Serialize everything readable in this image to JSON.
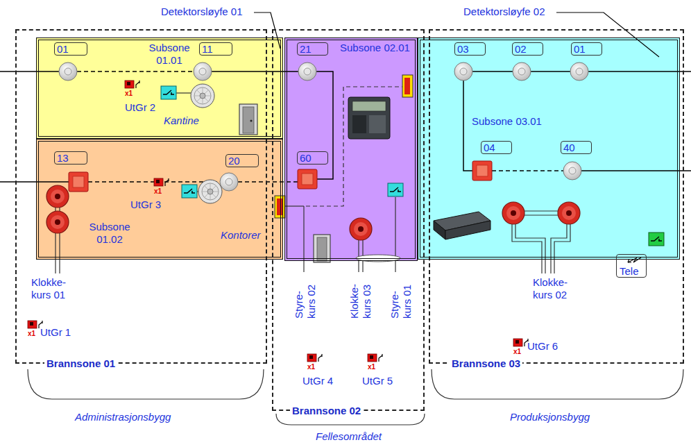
{
  "diagram": {
    "nodes": [
      {
        "text": [
          "Brannsone 01"
        ]
      },
      {
        "text": [
          "Subsone 01.01",
          "Kantine"
        ],
        "in": 0
      },
      {
        "text": [
          "01"
        ],
        "in": 1
      },
      {
        "text": [
          "11"
        ],
        "in": 1
      },
      {
        "text": [
          "Subsone 01.02",
          "Kontorer"
        ],
        "in": 0
      },
      {
        "text": [
          "13"
        ],
        "in": 4
      },
      {
        "text": [
          "20"
        ],
        "in": 4
      },
      {
        "text": [
          "Brannsone 02"
        ]
      },
      {
        "text": [
          "Subsone 02.01"
        ],
        "in": 7
      },
      {
        "text": [
          "21"
        ],
        "in": 8
      },
      {
        "text": [
          "60"
        ],
        "in": 8
      },
      {
        "text": [
          "Brannsone 03"
        ]
      },
      {
        "text": [
          "Subsone 03.01"
        ],
        "in": 11
      },
      {
        "text": [
          "03"
        ],
        "in": 12
      },
      {
        "text": [
          "02"
        ],
        "in": 12
      },
      {
        "text": [
          "01"
        ],
        "in": 12
      },
      {
        "text": [
          "04"
        ],
        "in": 12
      },
      {
        "text": [
          "40"
        ],
        "in": 12
      },
      {
        "text": [
          "Tele"
        ],
        "in": 11
      }
    ],
    "labels": [
      "Detektorsløyfe 01",
      "Detektorsløyfe 02",
      "x1",
      "UtGr 2",
      "x1",
      "UtGr 3",
      "Klokke- kurs 01",
      "x1",
      "UtGr 1",
      "Styre- kurs 02",
      "Klokke- kurs 03",
      "Styre- kurs 01",
      "x1",
      "UtGr 4",
      "x1",
      "UtGr 5",
      "Klokke- kurs 02",
      "x1",
      "UtGr 6",
      "Administrasjonsbygg",
      "Fellesområdet",
      "Produksjonsbygg"
    ]
  }
}
